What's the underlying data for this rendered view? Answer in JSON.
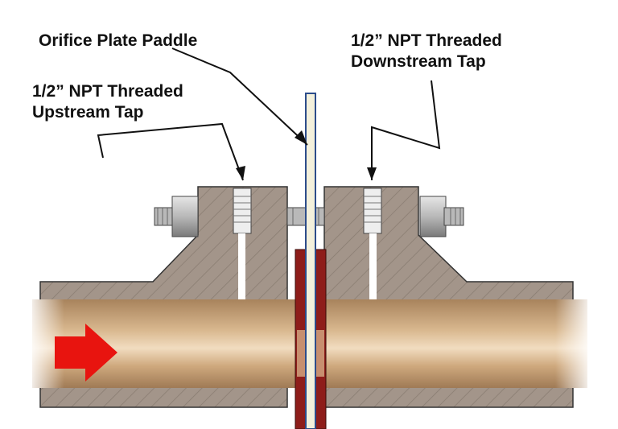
{
  "labels": {
    "orifice_plate_paddle": "Orifice Plate Paddle",
    "upstream_tap": {
      "line1": "1/2” NPT Threaded",
      "line2": "Upstream Tap"
    },
    "downstream_tap": {
      "line1": "1/2” NPT Threaded",
      "line2": "Downstream Tap"
    }
  },
  "colors": {
    "flange": "#a3958a",
    "flange_hatch": "#8a7d72",
    "pipe": "#c9a47a",
    "pipe_highlight": "#f1dcc0",
    "gasket": "#8e1d1a",
    "paddle": "#f3f0dc",
    "paddle_edge": "#2c4c8a",
    "flow_arrow": "#e8140f",
    "bolt": "#c8c8c8",
    "leader_line": "#111111"
  },
  "icons": {
    "flow_direction": "flow-arrow-right-icon"
  }
}
